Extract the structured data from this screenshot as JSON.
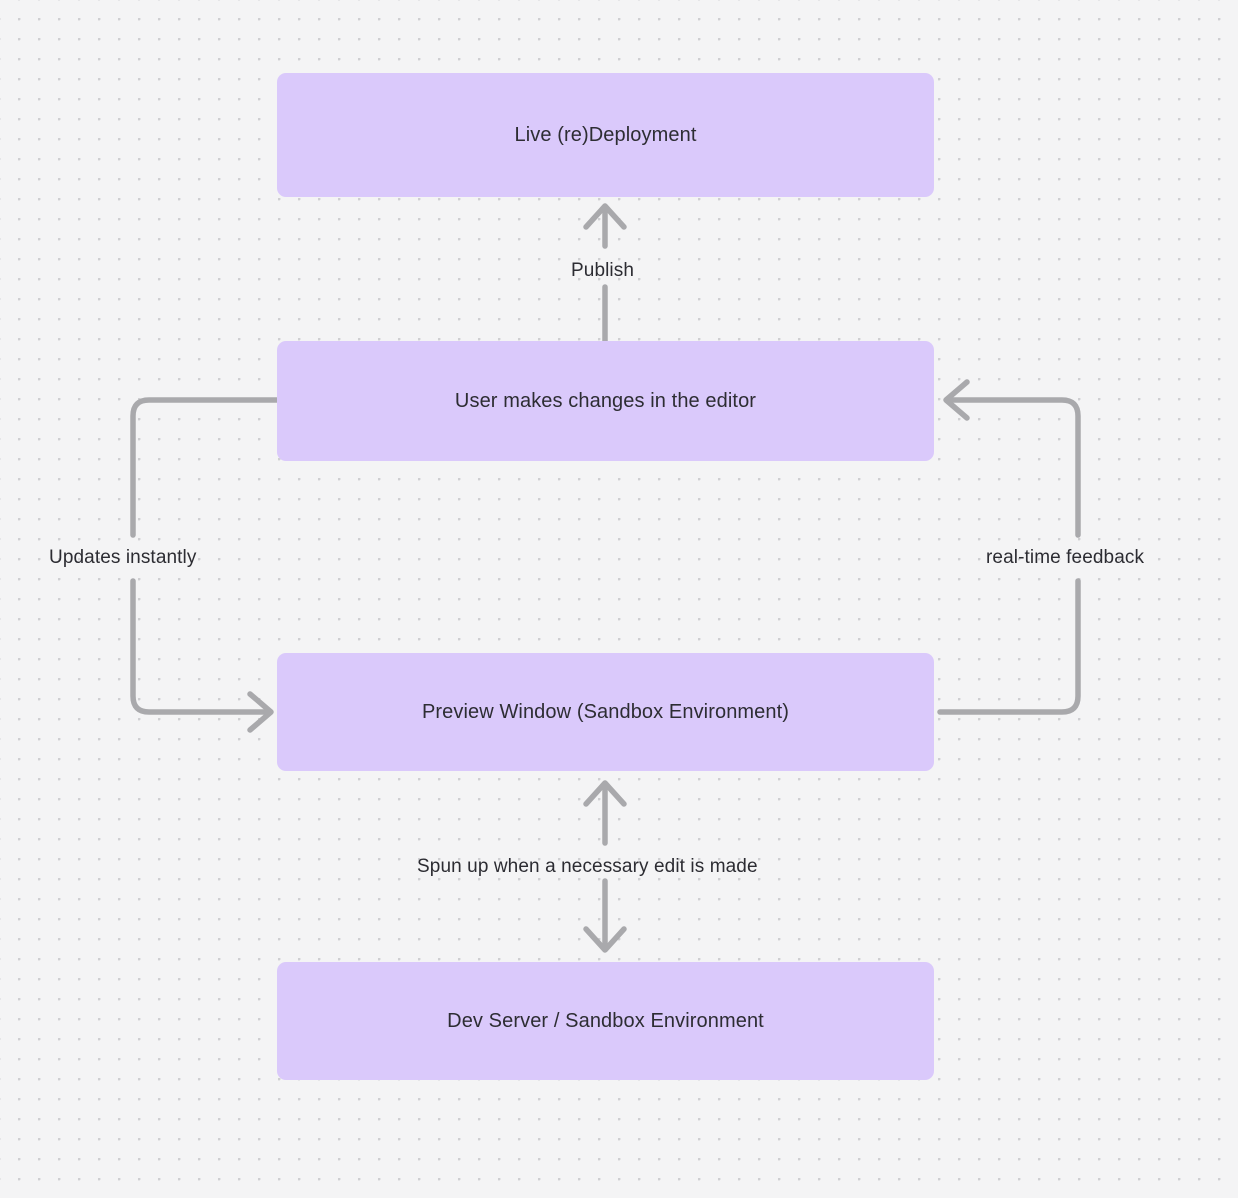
{
  "diagram": {
    "title": "Live deployment / preview feedback loop",
    "background_color": "#f4f4f5",
    "grid": "dot-grid",
    "node_fill": "#dac9fb",
    "edge_color": "#a9a9ac",
    "text_color": "#2d2d33",
    "nodes": [
      {
        "id": "live",
        "label": "Live (re)Deployment"
      },
      {
        "id": "editor",
        "label": "User makes changes in the editor"
      },
      {
        "id": "preview",
        "label": "Preview Window (Sandbox Environment)"
      },
      {
        "id": "devserver",
        "label": "Dev Server / Sandbox Environment"
      }
    ],
    "edges": [
      {
        "id": "publish",
        "from": "editor",
        "to": "live",
        "label": "Publish",
        "arrow": "up"
      },
      {
        "id": "updates",
        "from": "editor",
        "to": "preview",
        "label": "Updates instantly",
        "arrow": "right"
      },
      {
        "id": "realtime",
        "from": "preview",
        "to": "editor",
        "label": "real-time feedback",
        "arrow": "left"
      },
      {
        "id": "spunup",
        "from": "preview",
        "to": "devserver",
        "label": "Spun up when a necessary edit is made",
        "arrow": "both"
      }
    ]
  }
}
